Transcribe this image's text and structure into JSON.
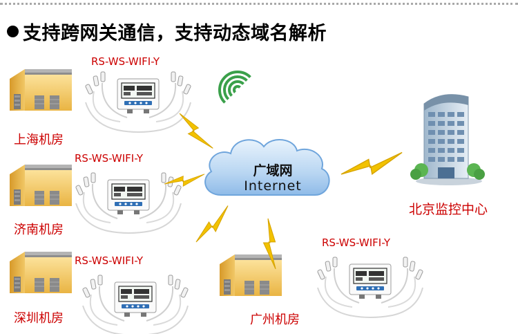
{
  "heading": "支持跨网关通信，支持动态域名解析",
  "cloud": {
    "line1": "广域网",
    "line2": "Internet"
  },
  "center": "北京监控中心",
  "sites": [
    {
      "room": "上海机房",
      "device": "RS-WS-WIFI-Y"
    },
    {
      "room": "济南机房",
      "device": "RS-WS-WIFI-Y"
    },
    {
      "room": "深圳机房",
      "device": "RS-WS-WIFI-Y"
    },
    {
      "room": "广州机房",
      "device": "RS-WS-WIFI-Y"
    }
  ],
  "colors": {
    "label": "#cc0000",
    "bolt": "#f2c200",
    "cloud": "#7fb3e6",
    "wifi": "#3aa04a",
    "warehouse": "#f3c45e"
  },
  "icons": [
    "wifi-signal-icon",
    "lightning-bolt-icon",
    "warehouse-icon",
    "sensor-device-icon",
    "office-building-icon"
  ]
}
